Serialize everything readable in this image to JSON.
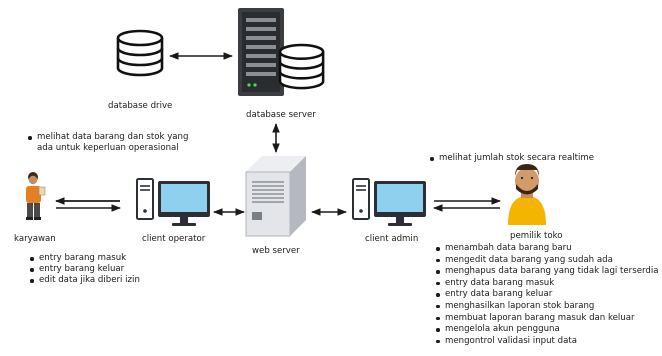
{
  "nodes": {
    "database_drive": "database drive",
    "database_server": "database server",
    "karyawan": "karyawan",
    "client_operator": "client operator",
    "web_server": "web server",
    "client_admin": "client admin",
    "pemilik_toko": "pemilik toko"
  },
  "notes": {
    "karyawan_view": [
      "melihat data barang dan stok yang",
      "ada untuk keperluan operasional"
    ],
    "pemilik_view": "melihat jumlah stok secara realtime"
  },
  "operator_tasks": [
    "entry barang masuk",
    "entry barang keluar",
    "edit data jika diberi izin"
  ],
  "owner_tasks": [
    "menambah data barang baru",
    "mengedit data barang yang sudah ada",
    "menghapus data barang yang tidak lagi terserdia",
    "entry data barang masuk",
    "entry data barang keluar",
    "menghasilkan laporan stok barang",
    "membuat laporan barang masuk dan keluar",
    "mengelola akun pengguna",
    "mengontrol validasi input data"
  ],
  "colors": {
    "line": "#1a1a1a",
    "monitor_frame": "#2b2f36",
    "screen": "#8fd0ee",
    "server_body": "#3a3d42",
    "db_stroke": "#111111",
    "person_shirt_orange": "#e67e22",
    "person_shirt_yellow": "#f4b400"
  }
}
